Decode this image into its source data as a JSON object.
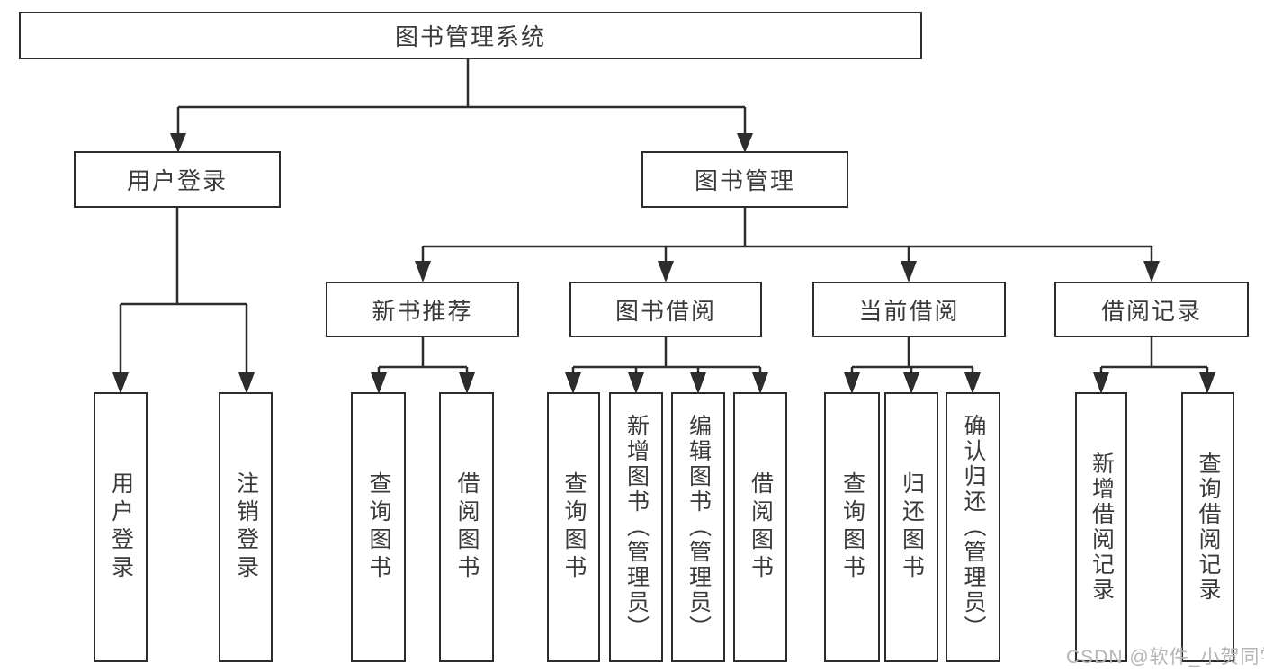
{
  "diagram": {
    "root": {
      "label": "图书管理系统"
    },
    "level2": [
      {
        "label": "用户登录"
      },
      {
        "label": "图书管理"
      }
    ],
    "level3": [
      {
        "label": "新书推荐"
      },
      {
        "label": "图书借阅"
      },
      {
        "label": "当前借阅"
      },
      {
        "label": "借阅记录"
      }
    ],
    "leaves": {
      "user_login": [
        "用户登录",
        "注销登录"
      ],
      "new_books": [
        "查询图书",
        "借阅图书"
      ],
      "book_borrow": [
        "查询图书",
        "新增图书（管理员）",
        "编辑图书（管理员）",
        "借阅图书"
      ],
      "current_borrow": [
        "查询图书",
        "归还图书",
        "确认归还（管理员）"
      ],
      "borrow_records": [
        "新增借阅记录",
        "查询借阅记录"
      ]
    }
  },
  "watermark": {
    "text": "CSDN @软件_小贺同学"
  },
  "colors": {
    "line": "#2d2d2d",
    "text": "#3a3a3a",
    "watermark": "#b4b4b4",
    "background": "#ffffff"
  }
}
